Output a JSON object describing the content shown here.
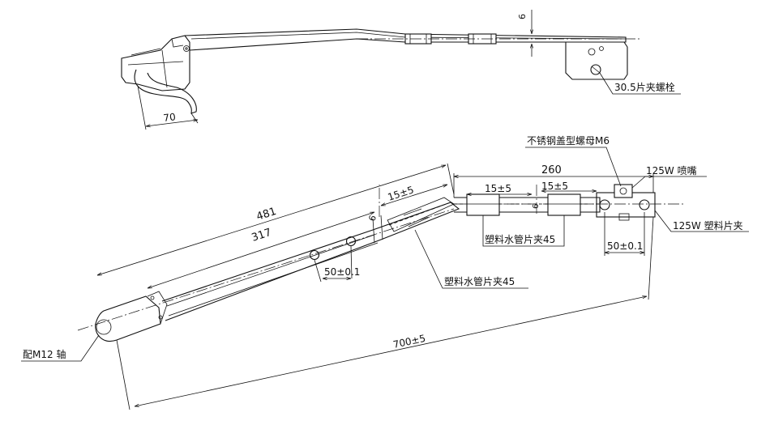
{
  "top_view": {
    "dim_70": "70",
    "dim_6": "6",
    "bolt_label": "30.5片夹螺栓"
  },
  "bottom_view": {
    "dim_481": "481",
    "dim_317": "317",
    "dim_260": "260",
    "dim_15a": "15±5",
    "dim_15b": "15±5",
    "dim_15c": "15±5",
    "dim_6": "6",
    "dim_50a": "50±0.1",
    "dim_50b": "50±0.1",
    "dim_700": "700±5",
    "nut_label": "不锈钢盖型螺母M6",
    "nozzle_label": "125W 喷嘴",
    "plastic_clip_label": "125W 塑料片夹",
    "clip45_label_a": "塑料水管片夹45",
    "clip45_label_b": "塑料水管片夹45",
    "shaft_label": "配M12 轴"
  }
}
